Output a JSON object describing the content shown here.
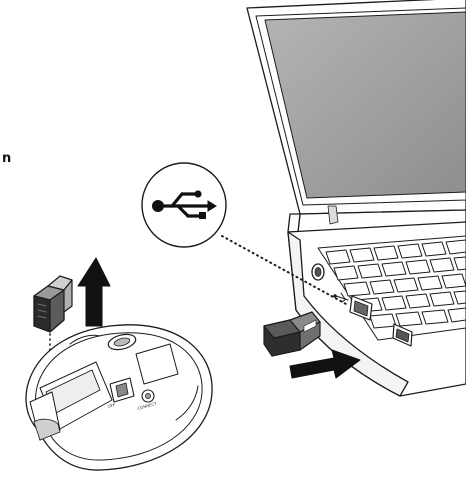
{
  "diagram": {
    "stray_text": "n",
    "mouse": {
      "label_power": "OFF",
      "label_connect": "CONNECT"
    },
    "colors": {
      "screen_grey": "#9c9c9c",
      "dark_grey": "#3b3b3b",
      "arrow_black": "#111111"
    },
    "icons": {
      "usb_badge": "usb-symbol-icon",
      "usb_port_label": "usb-small-icon",
      "insert_arrow": "arrow-right-icon",
      "remove_arrow": "arrow-up-icon"
    }
  }
}
